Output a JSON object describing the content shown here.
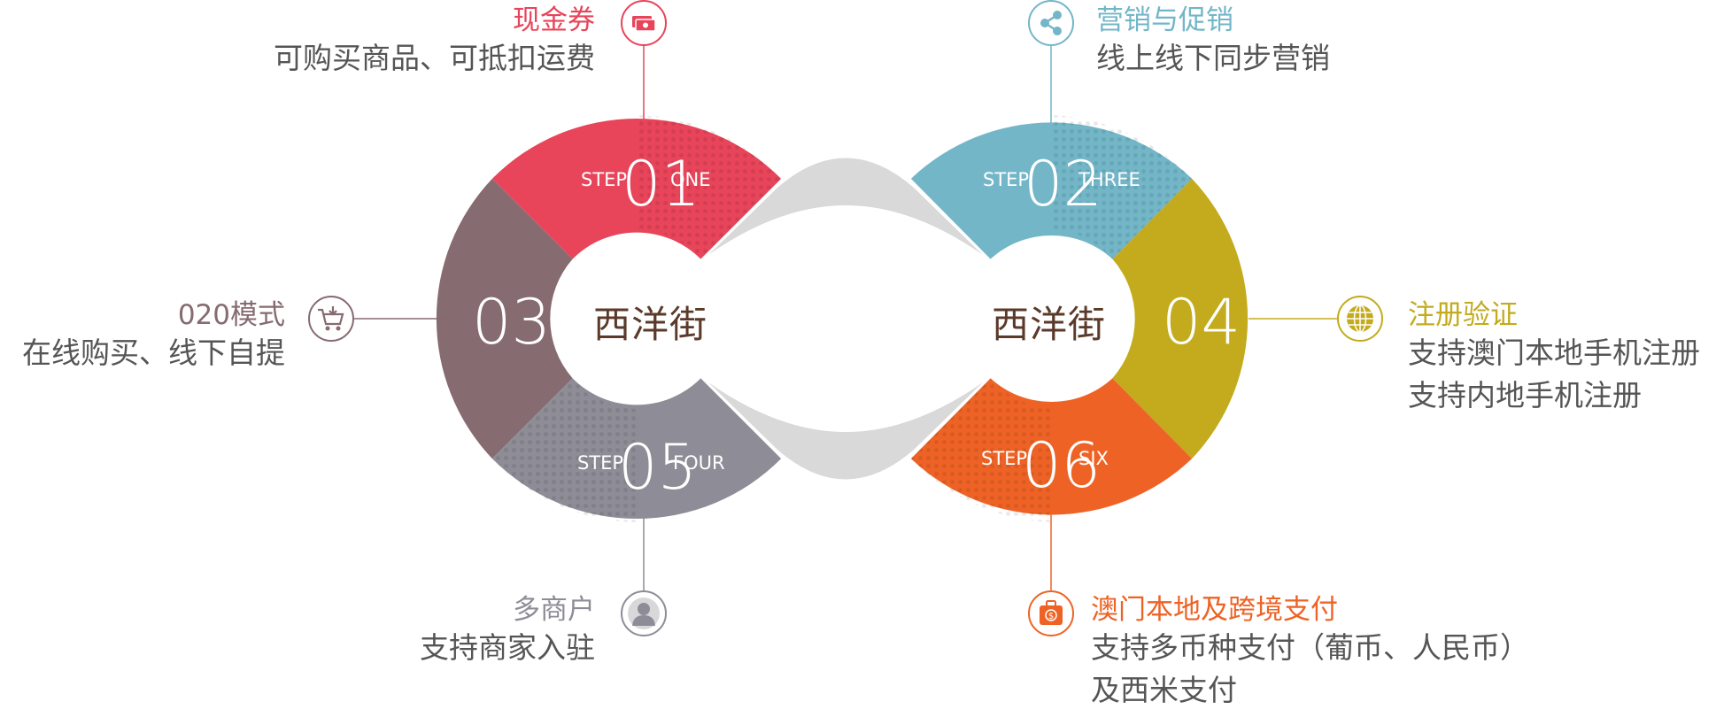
{
  "brand": {
    "left": "西洋街",
    "right": "西洋街"
  },
  "steps": [
    {
      "num": "01",
      "prefix": "STEP",
      "suffix": "ONE",
      "title": "现金券",
      "desc": [
        "可购买商品、可抵扣运费"
      ],
      "color": "#e8445a",
      "icon": "cash-icon"
    },
    {
      "num": "02",
      "prefix": "STEP",
      "suffix": "THREE",
      "title": "营销与促销",
      "desc": [
        "线上线下同步营销"
      ],
      "color": "#72b6c8",
      "icon": "share-icon"
    },
    {
      "num": "03",
      "title": "020模式",
      "desc": [
        "在线购买、线下自提"
      ],
      "color": "#866b70",
      "icon": "cart-icon"
    },
    {
      "num": "04",
      "title": "注册验证",
      "desc": [
        "支持澳门本地手机注册",
        "支持内地手机注册"
      ],
      "color": "#c3ab1d",
      "icon": "globe-icon"
    },
    {
      "num": "05",
      "prefix": "STEP",
      "suffix": "FOUR",
      "title": "多商户",
      "desc": [
        "支持商家入驻"
      ],
      "color": "#8e8c96",
      "icon": "user-icon"
    },
    {
      "num": "06",
      "prefix": "STEP",
      "suffix": "SIX",
      "title": "澳门本地及跨境支付",
      "desc": [
        "支持多币种支付（葡币、人民币）",
        "及西米支付"
      ],
      "color": "#ee6325",
      "icon": "wallet-icon"
    }
  ]
}
